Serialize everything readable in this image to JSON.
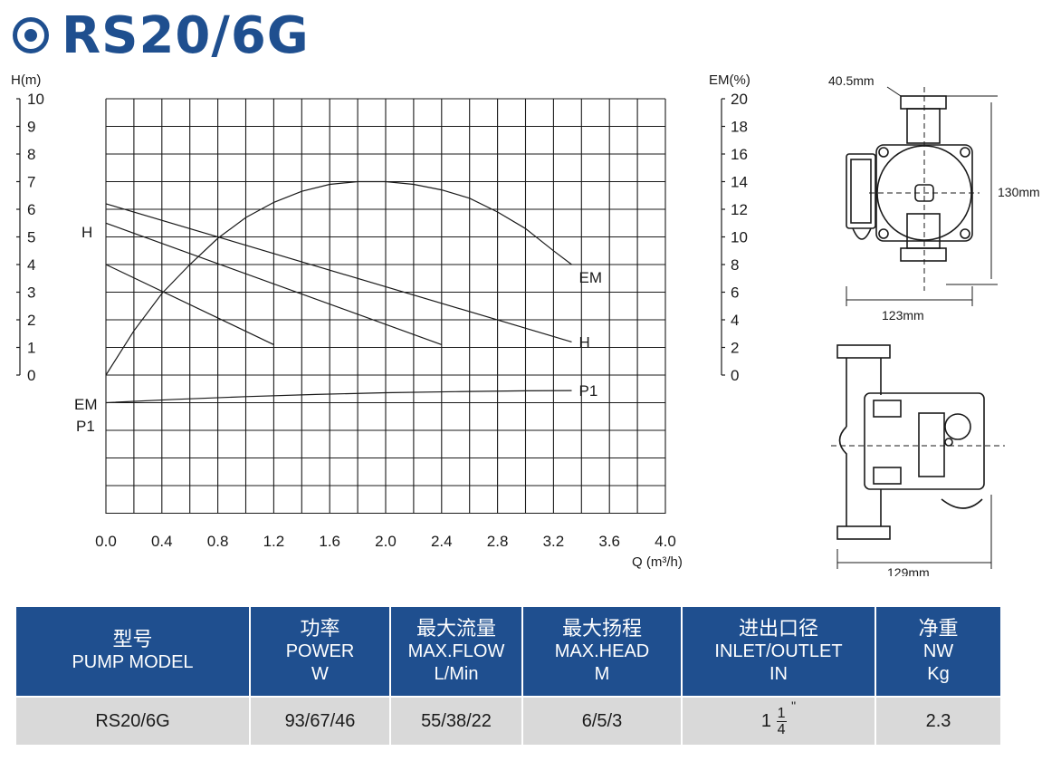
{
  "title": "RS20/6G",
  "colors": {
    "brand": "#1f4f8f",
    "table_row": "#d9d9d9"
  },
  "chart_data": {
    "type": "line",
    "x_axis": {
      "label": "Q",
      "unit": "(m³/h)",
      "range": [
        0,
        4
      ],
      "ticks": [
        "0.0",
        "0.4",
        "0.8",
        "1.2",
        "1.6",
        "2.0",
        "2.4",
        "2.8",
        "3.2",
        "3.6",
        "4.0"
      ]
    },
    "y_left": {
      "label": "H(m)",
      "range": [
        0,
        10
      ],
      "ticks": [
        "0",
        "1",
        "2",
        "3",
        "4",
        "5",
        "6",
        "7",
        "8",
        "9",
        "10"
      ]
    },
    "y_right": {
      "label": "EM(%)",
      "range": [
        0,
        20
      ],
      "ticks": [
        "0",
        "2",
        "4",
        "6",
        "8",
        "10",
        "12",
        "14",
        "16",
        "18",
        "20"
      ]
    },
    "grid": true,
    "left_labels": {
      "h": "H",
      "em": "EM",
      "p1": "P1"
    },
    "series": [
      {
        "name": "H",
        "axis": "left",
        "label_end": "H",
        "x": [
          0,
          3.33
        ],
        "y": [
          6.2,
          1.2
        ]
      },
      {
        "name": "H",
        "axis": "left",
        "x": [
          0,
          2.4
        ],
        "y": [
          5.5,
          1.1
        ]
      },
      {
        "name": "H",
        "axis": "left",
        "x": [
          0,
          1.2
        ],
        "y": [
          4.0,
          1.1
        ]
      },
      {
        "name": "EM",
        "axis": "right",
        "label_end": "EM",
        "x": [
          0,
          0.2,
          0.4,
          0.6,
          0.8,
          1.0,
          1.2,
          1.4,
          1.6,
          1.8,
          2.0,
          2.2,
          2.4,
          2.6,
          2.8,
          3.0,
          3.2,
          3.33
        ],
        "y": [
          0,
          3.2,
          5.9,
          8.0,
          9.9,
          11.4,
          12.5,
          13.3,
          13.8,
          14.0,
          14.0,
          13.8,
          13.4,
          12.8,
          11.8,
          10.6,
          9.0,
          8.0
        ]
      },
      {
        "name": "P1",
        "label_end": "P1",
        "x": [
          0,
          0.5,
          1.0,
          1.5,
          2.0,
          2.5,
          3.0,
          3.33
        ],
        "y": [
          -1.0,
          -0.88,
          -0.78,
          -0.7,
          -0.64,
          -0.6,
          -0.57,
          -0.56
        ]
      }
    ]
  },
  "drawings": {
    "width_top": "40.5mm",
    "height": "130mm",
    "width_front": "123mm",
    "width_side": "129mm"
  },
  "table": {
    "headers": [
      {
        "cn": "型号",
        "en": [
          "PUMP MODEL"
        ]
      },
      {
        "cn": "功率",
        "en": [
          "POWER",
          "W"
        ]
      },
      {
        "cn": "最大流量",
        "en": [
          "MAX.FLOW",
          "L/Min"
        ]
      },
      {
        "cn": "最大扬程",
        "en": [
          "MAX.HEAD",
          "M"
        ]
      },
      {
        "cn": "进出口径",
        "en": [
          "INLET/OUTLET",
          "IN"
        ]
      },
      {
        "cn": "净重",
        "en": [
          "NW",
          "Kg"
        ]
      }
    ],
    "row": {
      "model": "RS20/6G",
      "power": "93/67/46",
      "max_flow": "55/38/22",
      "max_head": "6/5/3",
      "inlet_whole": "1",
      "inlet_num": "1",
      "inlet_den": "4",
      "inlet_unit": "\"",
      "weight": "2.3"
    }
  }
}
